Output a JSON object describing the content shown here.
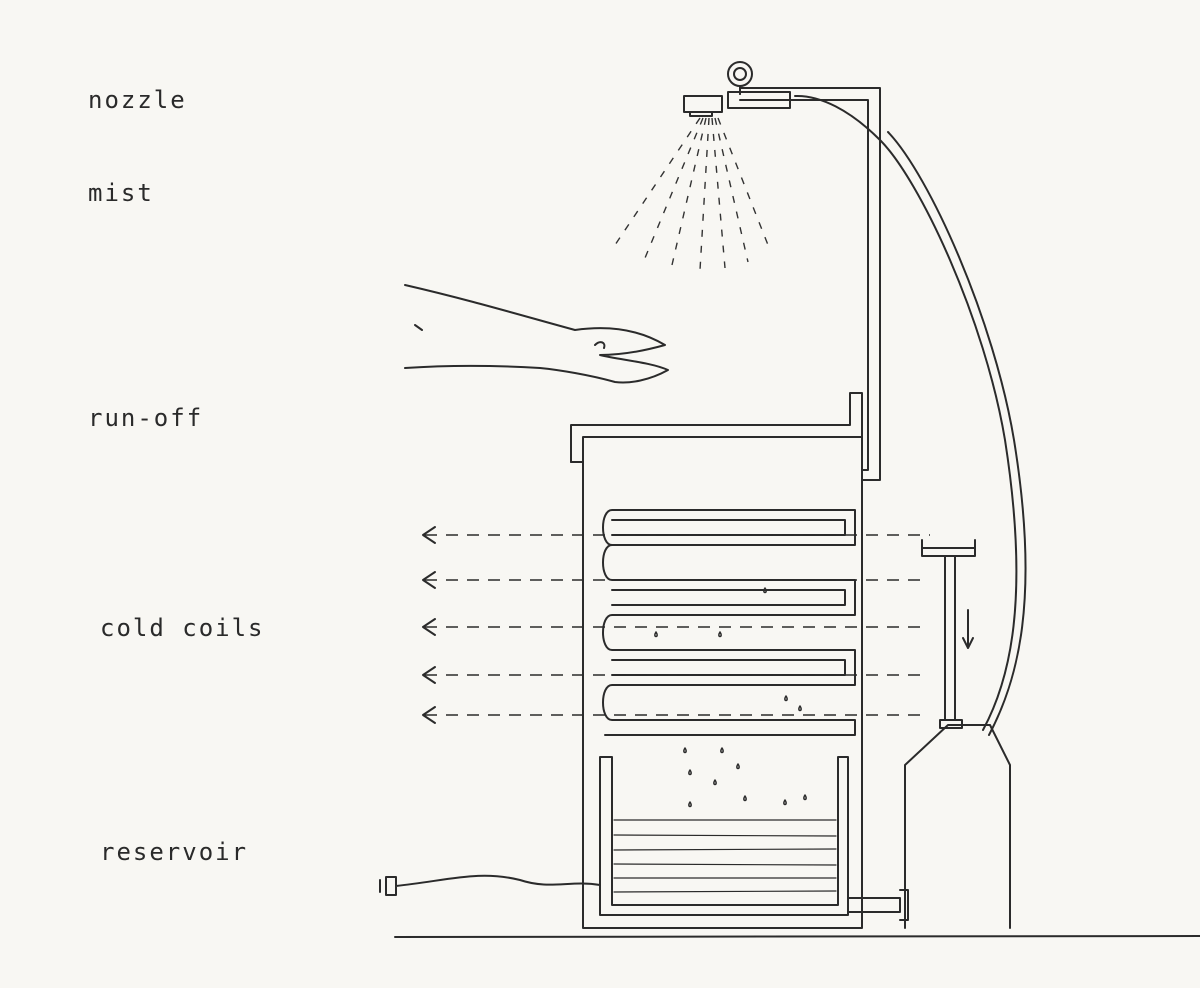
{
  "labels": {
    "nozzle": "nozzle",
    "mist": "mist",
    "run_off": "run-off",
    "cold_coils": "cold coils",
    "reservoir": "reservoir"
  },
  "colors": {
    "paper": "#f8f7f3",
    "ink": "#2b2b2b"
  }
}
